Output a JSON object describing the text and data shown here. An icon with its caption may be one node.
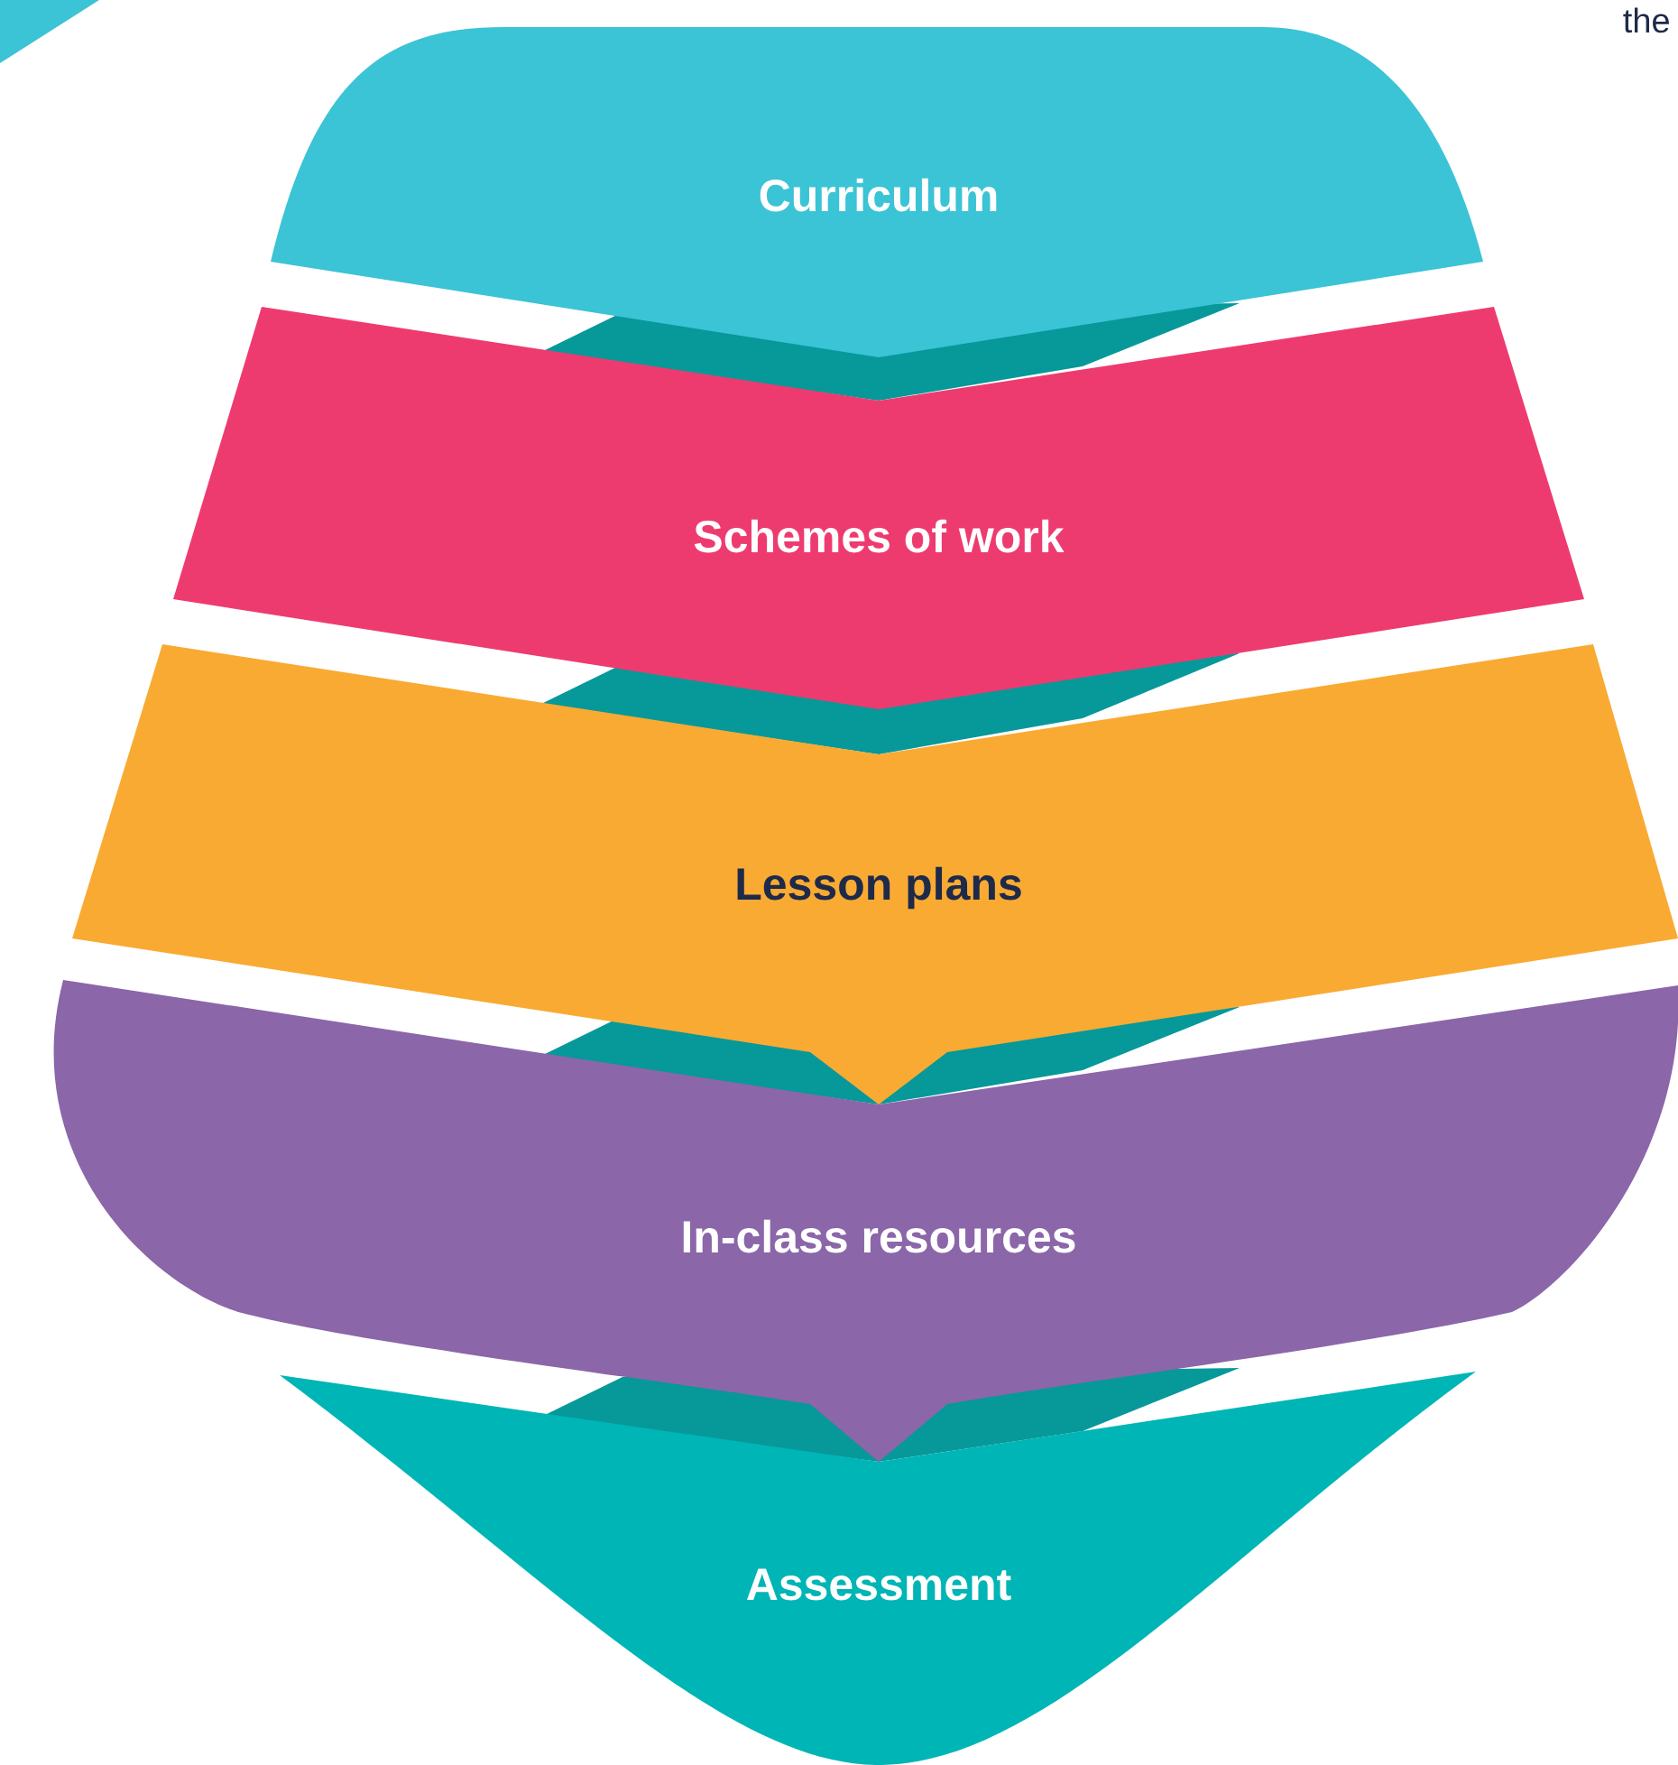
{
  "diagram": {
    "nodes": [
      {
        "text": [
          "Curriculum"
        ]
      },
      {
        "text": [
          "Schemes of work"
        ]
      },
      {
        "text": [
          "Lesson plans"
        ]
      },
      {
        "text": [
          "In-class resources"
        ]
      },
      {
        "text": [
          "Assessment"
        ]
      }
    ],
    "labels": [
      "the"
    ]
  }
}
